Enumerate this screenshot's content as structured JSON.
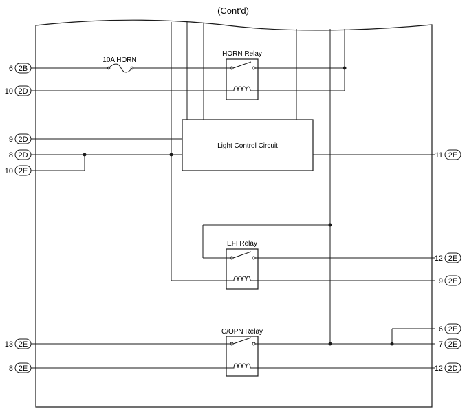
{
  "title": "(Cont'd)",
  "components": {
    "fuse": "10A HORN",
    "horn_relay": "HORN Relay",
    "light_control": "Light Control Circuit",
    "efi_relay": "EFI Relay",
    "copn_relay": "C/OPN Relay"
  },
  "left_terminals": [
    {
      "pin": "6",
      "connector": "2B"
    },
    {
      "pin": "10",
      "connector": "2D"
    },
    {
      "pin": "9",
      "connector": "2D"
    },
    {
      "pin": "8",
      "connector": "2D"
    },
    {
      "pin": "10",
      "connector": "2E"
    },
    {
      "pin": "13",
      "connector": "2E"
    },
    {
      "pin": "8",
      "connector": "2E"
    }
  ],
  "right_terminals": [
    {
      "pin": "11",
      "connector": "2E"
    },
    {
      "pin": "12",
      "connector": "2E"
    },
    {
      "pin": "9",
      "connector": "2E"
    },
    {
      "pin": "6",
      "connector": "2E"
    },
    {
      "pin": "7",
      "connector": "2E"
    },
    {
      "pin": "12",
      "connector": "2D"
    }
  ]
}
